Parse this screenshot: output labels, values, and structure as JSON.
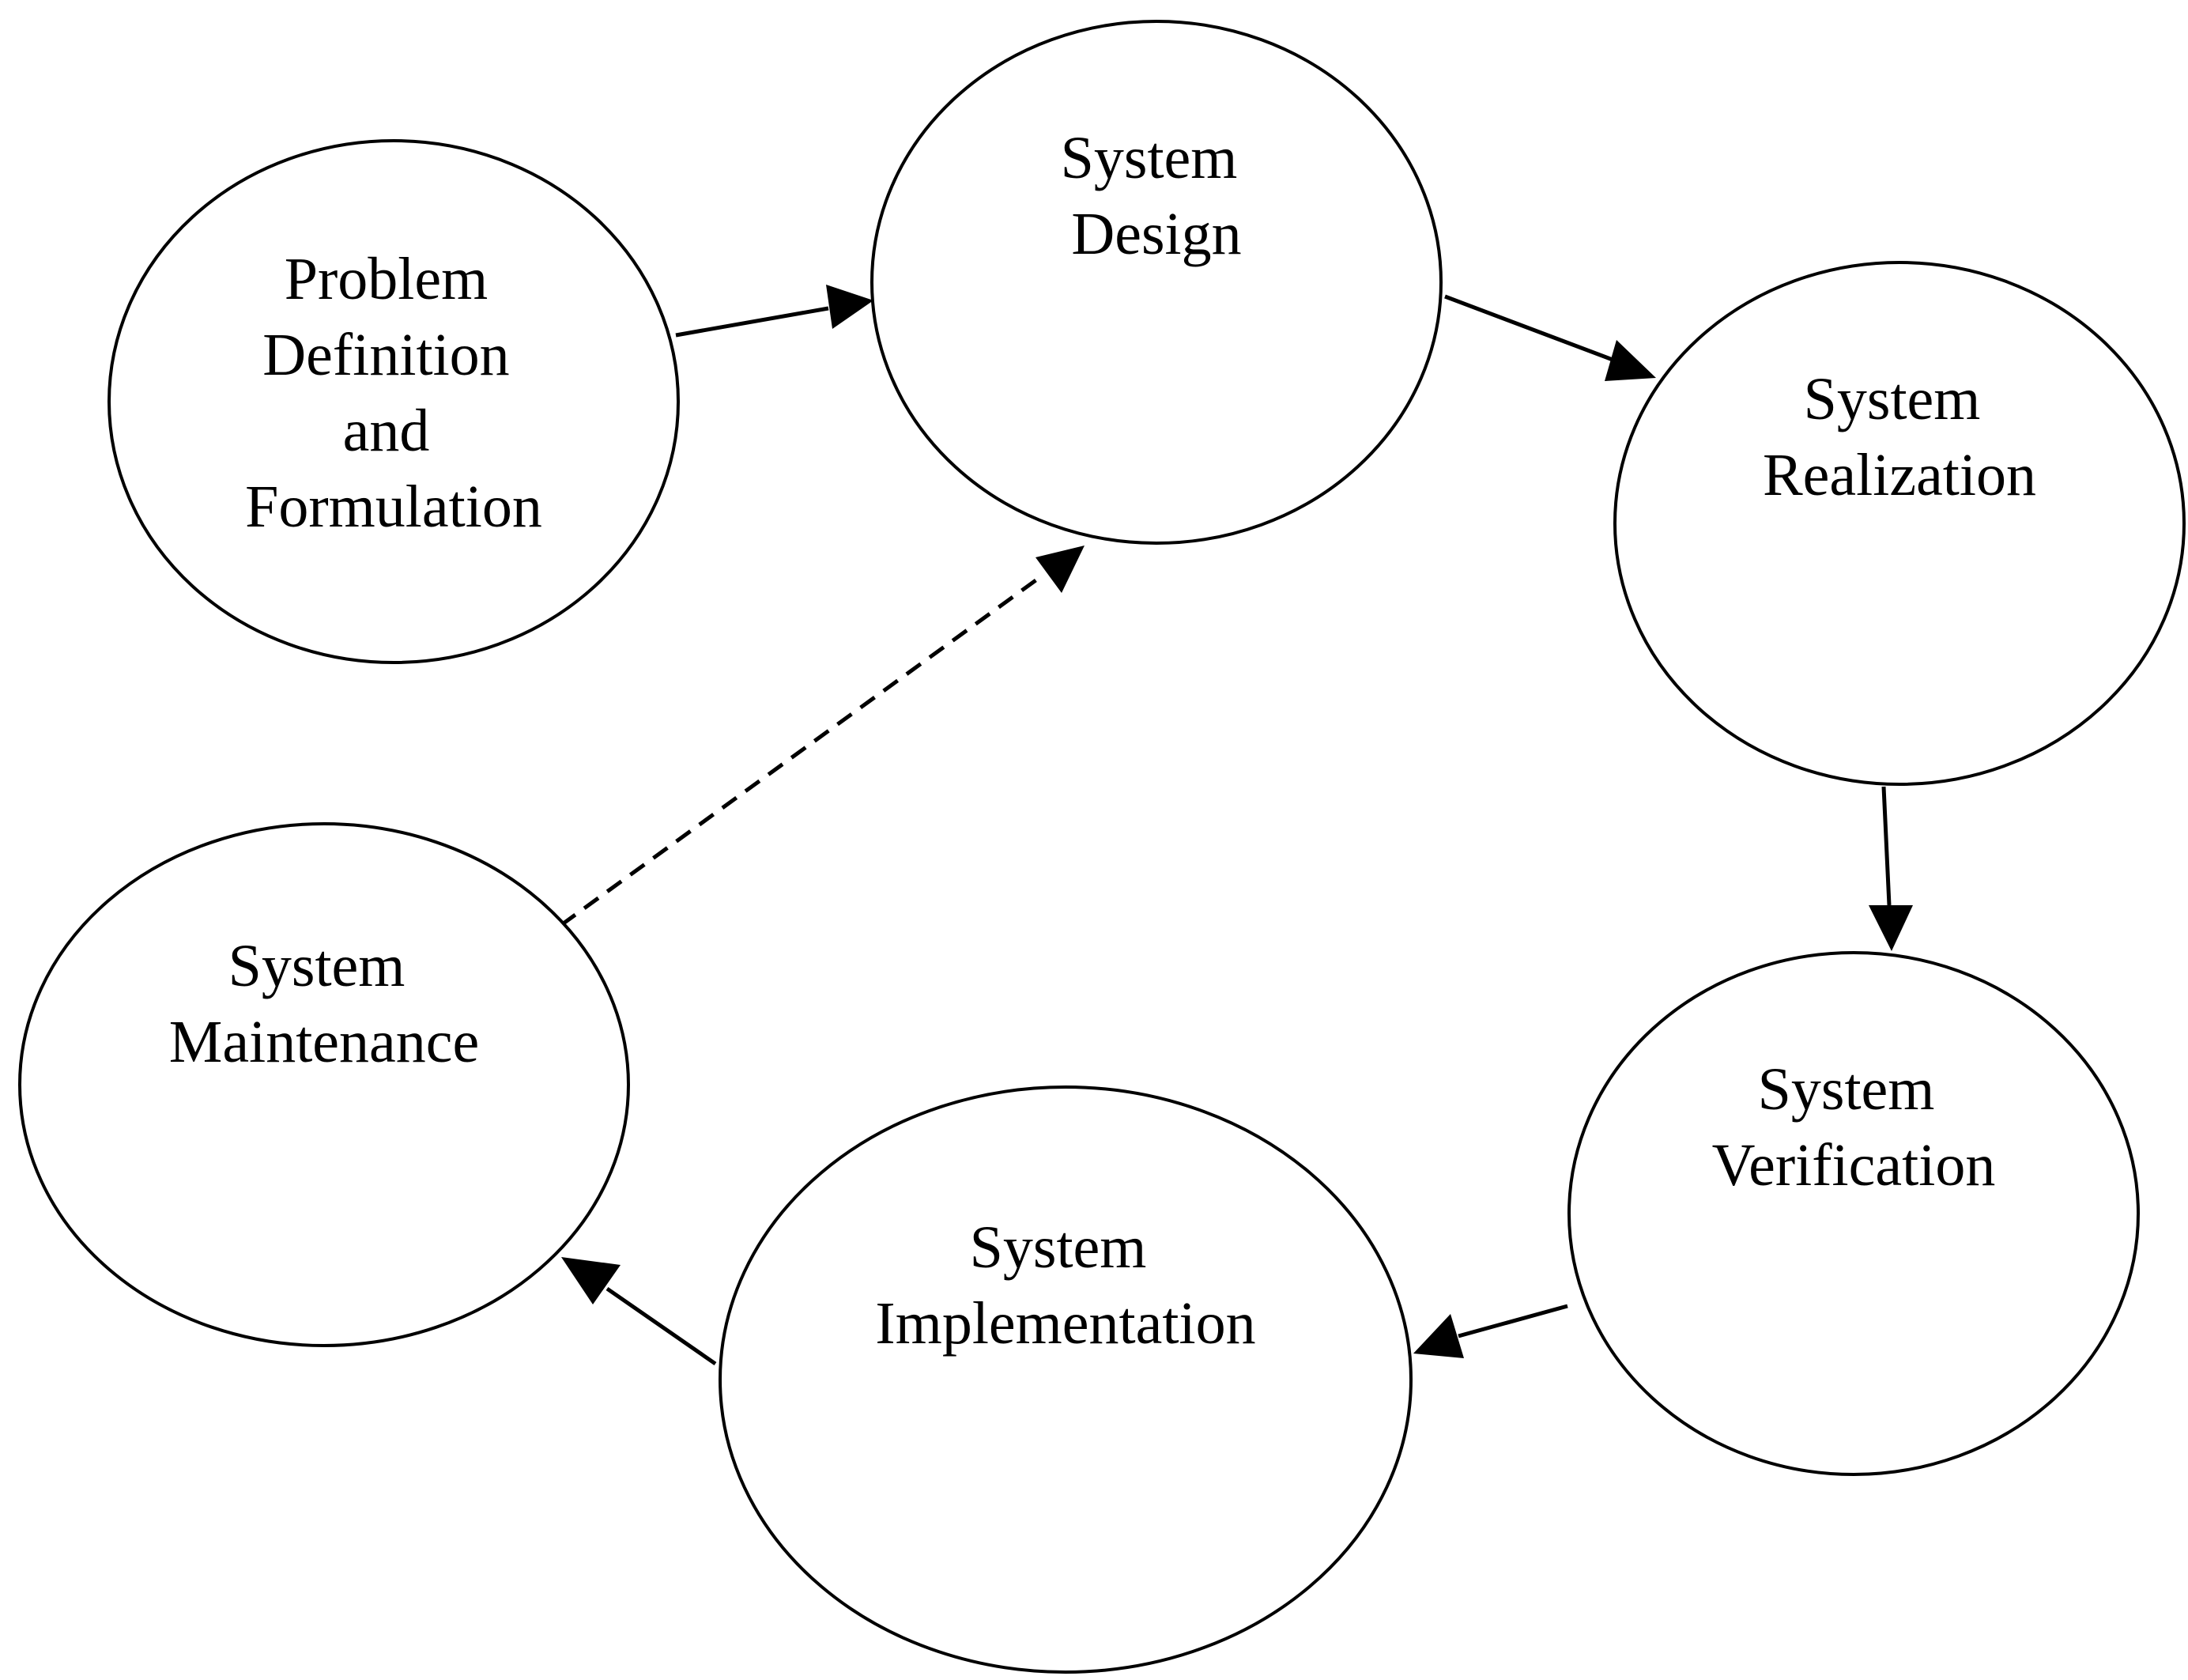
{
  "nodes": [
    {
      "id": "problem-definition",
      "lines": [
        "Problem",
        "Definition",
        "and",
        "Formulation"
      ]
    },
    {
      "id": "system-design",
      "lines": [
        "System",
        "Design"
      ]
    },
    {
      "id": "system-realization",
      "lines": [
        "System",
        "Realization"
      ]
    },
    {
      "id": "system-verification",
      "lines": [
        "System",
        "Verification"
      ]
    },
    {
      "id": "system-implementation",
      "lines": [
        "System",
        "Implementation"
      ]
    },
    {
      "id": "system-maintenance",
      "lines": [
        "System",
        "Maintenance"
      ]
    }
  ],
  "edges": [
    {
      "from": "problem-definition",
      "to": "system-design",
      "style": "solid"
    },
    {
      "from": "system-design",
      "to": "system-realization",
      "style": "solid"
    },
    {
      "from": "system-realization",
      "to": "system-verification",
      "style": "solid"
    },
    {
      "from": "system-verification",
      "to": "system-implementation",
      "style": "solid"
    },
    {
      "from": "system-implementation",
      "to": "system-maintenance",
      "style": "solid"
    },
    {
      "from": "system-maintenance",
      "to": "system-design",
      "style": "dashed"
    }
  ]
}
